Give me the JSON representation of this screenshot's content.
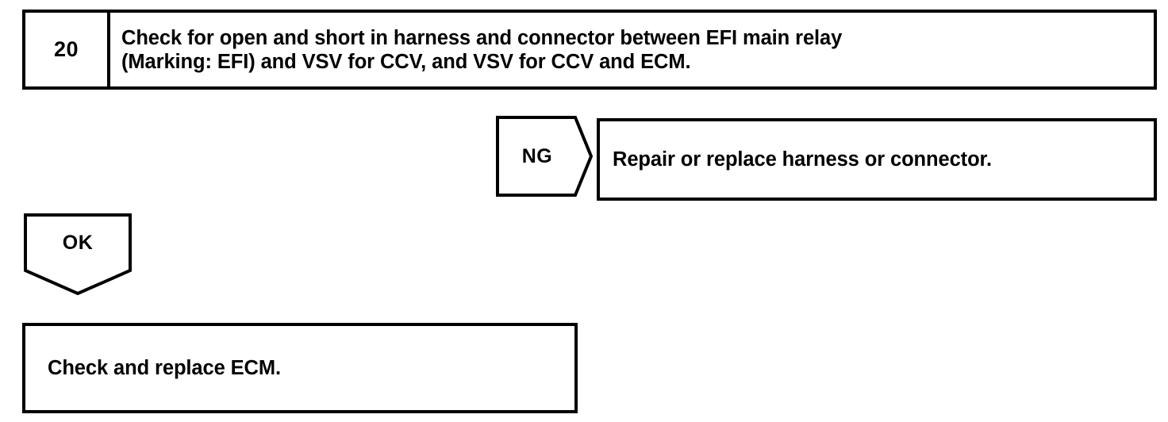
{
  "document": {
    "type": "troubleshooting-flowchart"
  },
  "step": {
    "number": "20",
    "line1": "Check for open and short in harness and connector between EFI main relay",
    "line2": "(Marking: EFI) and VSV for CCV, and VSV for CCV and ECM."
  },
  "branches": {
    "ng": {
      "label": "NG",
      "action": "Repair or replace harness or connector."
    },
    "ok": {
      "label": "OK",
      "action": "Check and replace ECM."
    }
  },
  "colors": {
    "ink": "#000000",
    "paper": "#ffffff"
  }
}
